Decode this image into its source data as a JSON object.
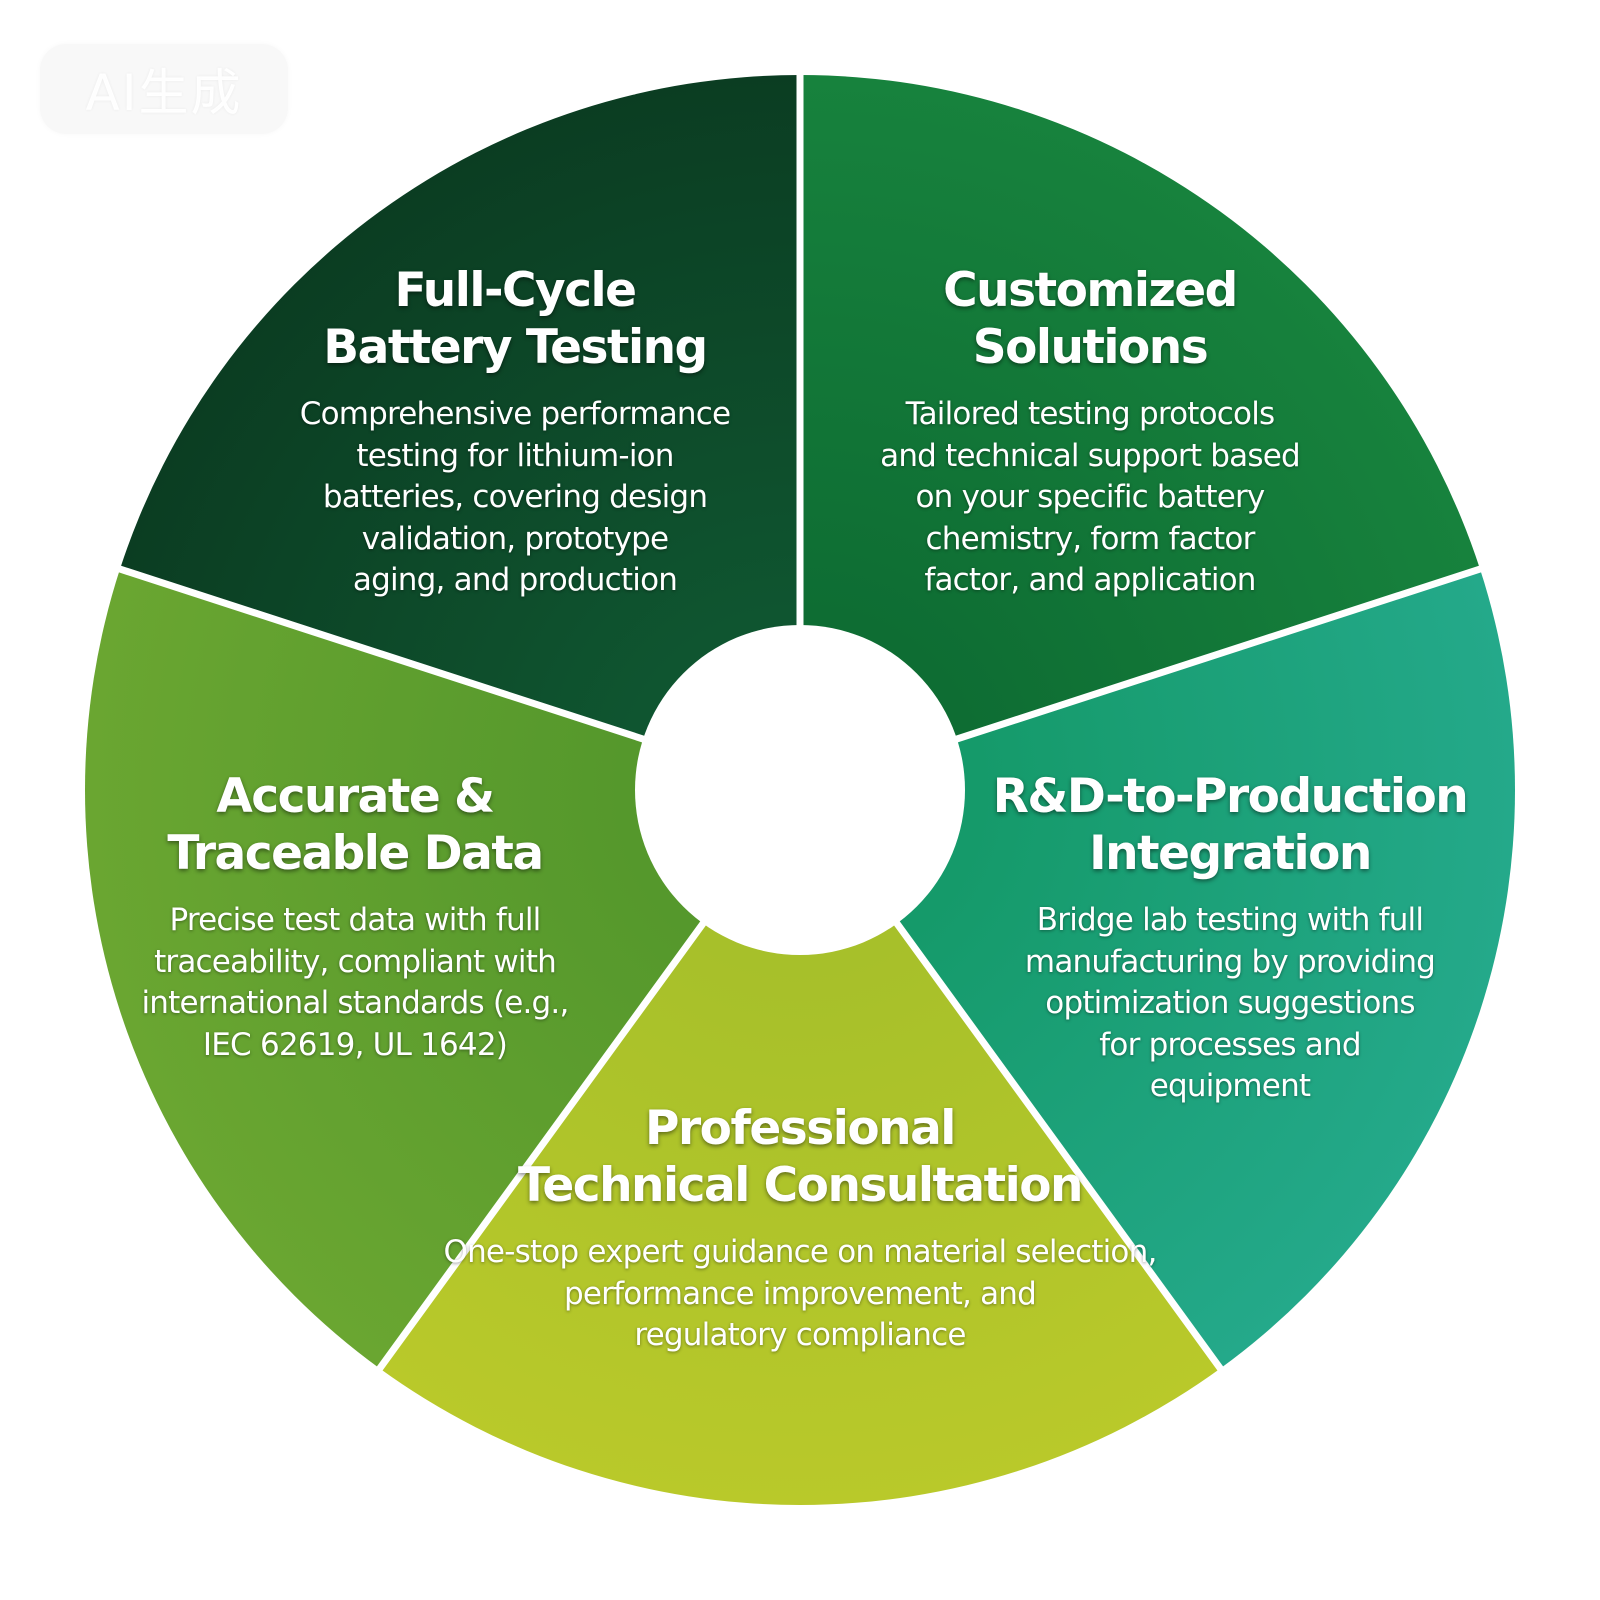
{
  "watermark": {
    "label": "AI生成"
  },
  "colors": {
    "background": "#ffffff",
    "divider": "#ffffff",
    "hub": "#ffffff",
    "text": "#ffffff"
  },
  "segments": [
    {
      "id": "full-cycle",
      "title": "Full-Cycle\nBattery Testing",
      "description": "Comprehensive performance\ntesting for lithium-ion\nbatteries, covering design\nvalidation, prototype\naging, and production",
      "color_outer": "#0b3d22",
      "color_inner": "#0f5530"
    },
    {
      "id": "customized",
      "title": "Customized\nSolutions",
      "description": "Tailored testing protocols\nand technical support based\non your specific battery\nchemistry, form factor\nfactor, and application",
      "color_outer": "#17823d",
      "color_inner": "#0e6d33"
    },
    {
      "id": "rnd-production",
      "title": "R&D-to-Production\nIntegration",
      "description": "Bridge lab testing with full\nmanufacturing by providing\noptimization suggestions\nfor processes and\nequipment",
      "color_outer": "#24a98a",
      "color_inner": "#159a6a"
    },
    {
      "id": "consultation",
      "title": "Professional\nTechnical Consultation",
      "description": "One-stop expert guidance on material selection,\nperformance improvement, and\nregulatory compliance",
      "color_outer": "#b9c92a",
      "color_inner": "#a7c02a"
    },
    {
      "id": "accurate-data",
      "title": "Accurate &\nTraceable Data",
      "description": "Precise test data with full\ntraceability, compliant with\ninternational standards (e.g.,\nIEC 62619, UL 1642)",
      "color_outer": "#6aa631",
      "color_inner": "#55982c"
    }
  ]
}
